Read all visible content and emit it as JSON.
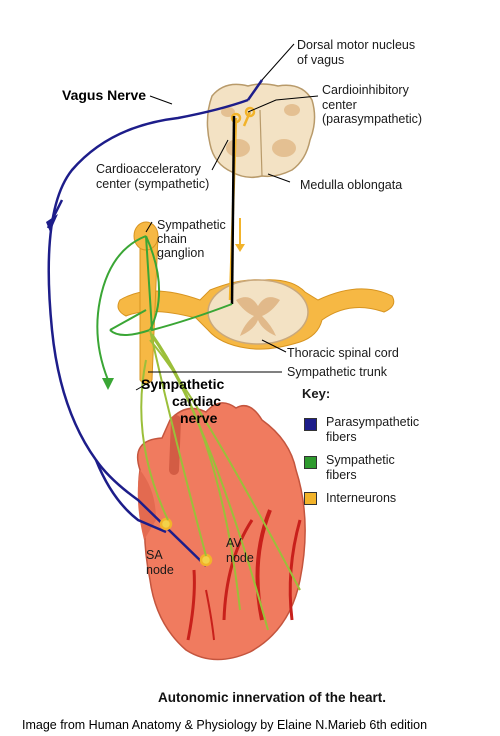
{
  "labels": {
    "dorsal_motor": [
      "Dorsal motor nucleus",
      "of vagus"
    ],
    "vagus_nerve": "Vagus Nerve",
    "cardioinhibitory": [
      "Cardioinhibitory",
      "center",
      "(parasympathetic)"
    ],
    "cardioacceleratory": [
      "Cardioacceleratory",
      "center (sympathetic)"
    ],
    "medulla": "Medulla oblongata",
    "sympathetic_chain": [
      "Sympathetic",
      "chain",
      "ganglion"
    ],
    "thoracic": "Thoracic spinal cord",
    "sympathetic_trunk": "Sympathetic trunk",
    "sympathetic_cardiac": [
      "Sympathetic",
      "cardiac",
      "nerve"
    ],
    "sa_node": [
      "SA",
      "node"
    ],
    "av_node": [
      "AV",
      "node"
    ]
  },
  "key": {
    "title": "Key:",
    "items": [
      {
        "label": [
          "Parasympathetic",
          "fibers"
        ],
        "color": "#1d1d8a"
      },
      {
        "label": [
          "Sympathetic",
          "fibers"
        ],
        "color": "#2e9a2e"
      },
      {
        "label": [
          "Interneurons"
        ],
        "color": "#f2b32a"
      }
    ]
  },
  "caption": "Autonomic innervation of the heart.",
  "credit": "Image from Human Anatomy & Physiology by Elaine N.Marieb 6th edition",
  "colors": {
    "parasympathetic": "#1d1d8a",
    "sympathetic": "#3aa635",
    "interneuron": "#f2b32a",
    "heart": "#f07b5f",
    "tissue": "#f3e2c4"
  }
}
